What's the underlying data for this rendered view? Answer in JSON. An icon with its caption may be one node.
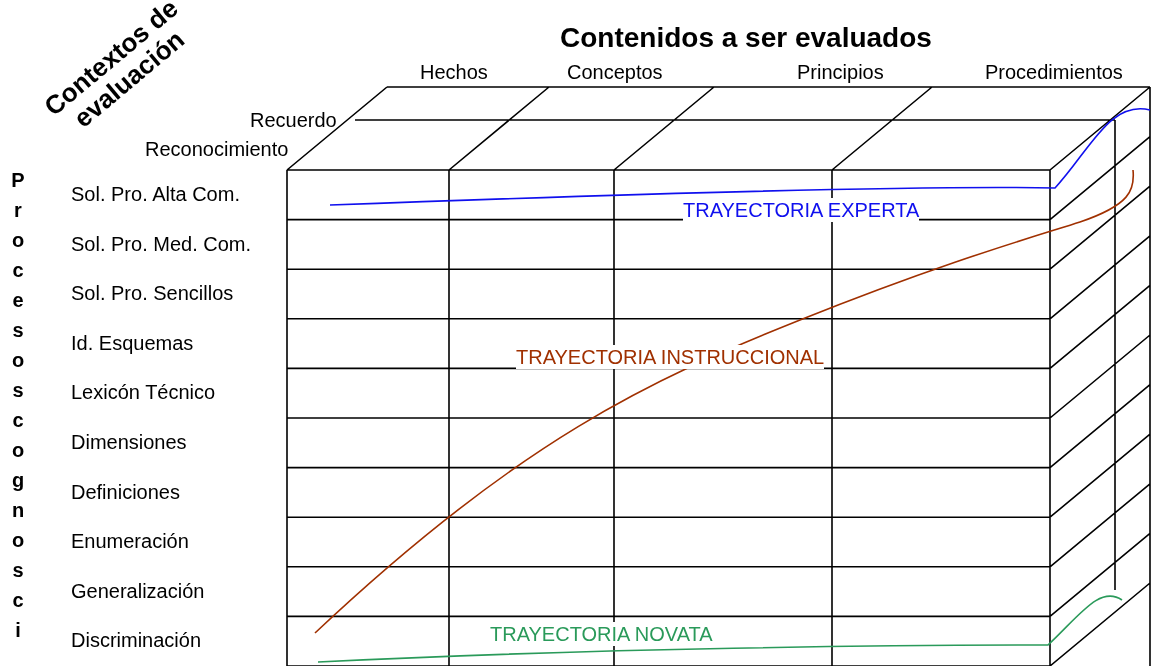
{
  "diagram": {
    "title": "Contenidos a ser evaluados",
    "labels": [
      "Contextos de evaluación",
      "Hechos",
      "Conceptos",
      "Principios",
      "Procedimientos",
      "Recuerdo",
      "Reconocimiento",
      "Procesos cognosci",
      "Sol. Pro. Alta Com.",
      "Sol. Pro. Med. Com.",
      "Sol. Pro. Sencillos",
      "Id. Esquemas",
      "Lexicón Técnico",
      "Dimensiones",
      "Definiciones",
      "Enumeración",
      "Generalización",
      "Discriminación",
      "TRAYECTORIA EXPERTA",
      "TRAYECTORIA INSTRUCCIONAL",
      "TRAYECTORIA NOVATA"
    ]
  }
}
